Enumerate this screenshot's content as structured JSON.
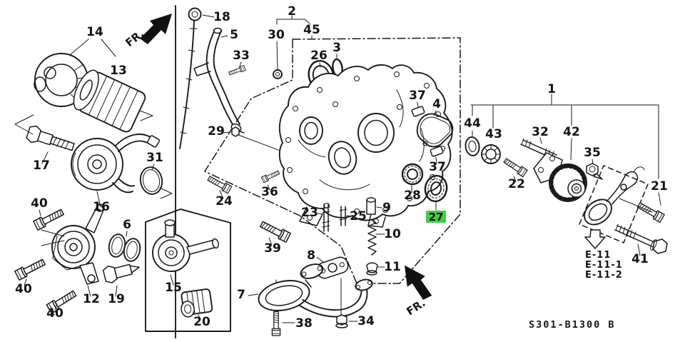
{
  "diagram": {
    "code": "S301-B1300 B",
    "highlighted_part": "27",
    "highlight_color": "#3fce44",
    "front_markers": {
      "top": "FR.",
      "bottom": "FR."
    },
    "references": {
      "r1": "E-11",
      "r2": "E-11-1",
      "r3": "E-11-2"
    },
    "labels": {
      "n1": "1",
      "n2": "2",
      "n3": "3",
      "n4": "4",
      "n5": "5",
      "n6": "6",
      "n7": "7",
      "n8": "8",
      "n9": "9",
      "n10": "10",
      "n11": "11",
      "n12": "12",
      "n13": "13",
      "n14": "14",
      "n15": "15",
      "n16": "16",
      "n17": "17",
      "n18": "18",
      "n19": "19",
      "n20": "20",
      "n21": "21",
      "n22": "22",
      "n23": "23",
      "n24": "24",
      "n25": "25",
      "n26": "26",
      "n27": "27",
      "n28": "28",
      "n29": "29",
      "n30": "30",
      "n31": "31",
      "n32": "32",
      "n33": "33",
      "n34": "34",
      "n35": "35",
      "n36": "36",
      "n37a": "37",
      "n37b": "37",
      "n38": "38",
      "n39": "39",
      "n40a": "40",
      "n40b": "40",
      "n40c": "40",
      "n41": "41",
      "n42": "42",
      "n43": "43",
      "n44": "44",
      "n45": "45"
    }
  }
}
